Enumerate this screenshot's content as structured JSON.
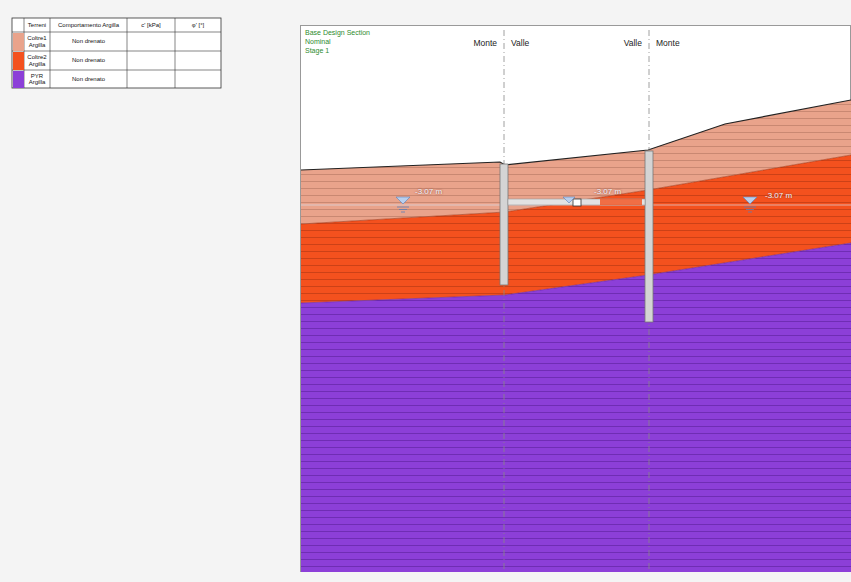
{
  "diagram": {
    "labels": [
      "Terreni",
      "Comportamento Argilla",
      "c' [kPa]",
      "φ' [°]",
      "Non drenato",
      "Non drenato",
      "Non drenato",
      "Base Design Section",
      "Nominal",
      "Stage 1",
      "Monte",
      "Valle",
      "Valle",
      "Monte",
      "-3.07 m",
      "-3.07 m",
      "-3.07 m"
    ],
    "legend": [
      {
        "text": "Coltre1 Argilla",
        "color": "#e9a38b"
      },
      {
        "text": "Coltre2 Argilla",
        "color": "#f4511e"
      },
      {
        "text": "PYR Argilla",
        "color": "#8c3fd8"
      }
    ]
  }
}
